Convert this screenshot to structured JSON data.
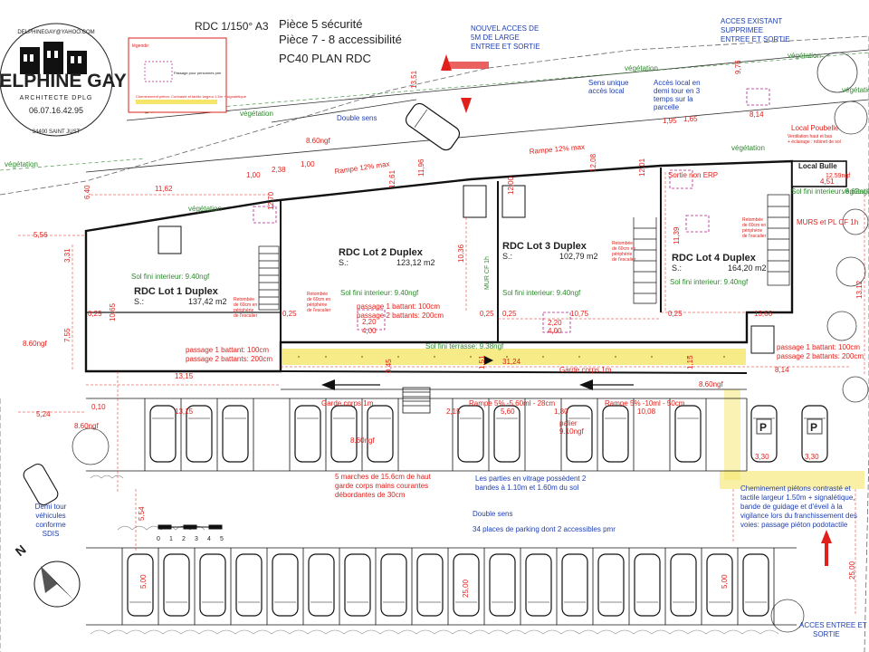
{
  "title_block": {
    "scale": "RDC 1/150° A3",
    "piece5": "Pièce 5 sécurité",
    "piece78": "Pièce 7 - 8 accessibilité",
    "plan_name": "PC40 PLAN RDC"
  },
  "logo": {
    "arc_top": "DELPHINEGAY@YAHOO.COM",
    "name": "DELPHINE GAY",
    "subtitle": "ARCHITECTE DPLG",
    "phone": "06.07.16.42.95",
    "arc_bottom": "34400 SAINT JUST"
  },
  "legend": {
    "title": "légende:",
    "item1": "Passage pour personnes pmr",
    "item2": "Cheminement piéton: Contrasté et tactile largeur 1.5m + signalétique"
  },
  "annotations": {
    "new_access": [
      "NOUVEL ACCES DE",
      "5M DE LARGE",
      "ENTREE ET SORTIE"
    ],
    "existing_access": [
      "ACCES EXISTANT",
      "SUPPRIMEE",
      "ENTREE ET SORTIE"
    ],
    "one_way": [
      "Sens unique",
      "accès local"
    ],
    "local_access": [
      "Accès local en",
      "demi tour en 3",
      "temps sur la",
      "parcelle"
    ],
    "local_poubelle": "Local Poubelle",
    "ventilation": [
      "Ventilation haut et bas",
      "+ éclairage : robinet de sol"
    ],
    "local_bulle": "Local Bulle",
    "sortie_erp": "Sortie non ERP",
    "double_sens_top": "Double sens",
    "rampe_12_a": "Rampe 12% max",
    "rampe_12_b": "Rampe 12% max",
    "rampe_5_a": "Rampe 5% -5.60ml - 28cm",
    "rampe_5_b": "Rampe 5% -10ml - 50cm",
    "palier": [
      "palier",
      "9.10ngf"
    ],
    "garde_corps_1": "Garde corps 1m",
    "garde_corps_2": "Garde corps 1m",
    "sol_terrasse": "Sol fini terrasse: 9.38ngf",
    "sol_1": "Sol fini interieur: 9.40ngf",
    "sol_2": "Sol fini interieur: 9.40ngf",
    "sol_3": "Sol fini interieur: 9.40ngf",
    "sol_4": "Sol fini interieur: 9.40ngf",
    "sol_local": "Sol fini interieur: 8.62ngf",
    "murs_pl": "MURS et PL CF 1h",
    "mur_cf": "MUR CF 1h",
    "passage_a": [
      "passage 1 battant: 100cm",
      "passage 2 battants: 200cm"
    ],
    "passage_b": [
      "passage 1 battant: 100cm",
      "passage 2 battants: 200cm"
    ],
    "passage_c": [
      "passage 1 battant: 100cm",
      "passage 2 battants: 200cm"
    ],
    "marches": [
      "5 marches de 15.6cm de haut",
      "garde corps mains courantes",
      "débordantes de 30cm"
    ],
    "vitrage": [
      "Les parties en vitrage possèdent 2",
      "bandes à 1.10m et 1.60m du sol"
    ],
    "double_sens_bottom": "Double sens",
    "places": "34 places de parking dont 2 accessibles pmr",
    "demi_tour": [
      "Demi tour",
      "véhicules",
      "conforme",
      "SDIS"
    ],
    "cheminement": [
      "Cheminement piétons contrasté et",
      "tactile largeur 1.50m + signalétique,",
      "bande de guidage et d'éveil à la",
      "vigilance lors du franchissement des",
      "voies: passage piéton podotactile"
    ],
    "acces_entree_bottom": [
      "ACCES ENTREE ET",
      "SORTIE"
    ],
    "retombee": [
      "Retombée",
      "de 60cm en",
      "périphérie",
      "de l'escalier"
    ],
    "vegetation": "végétation",
    "north": "N"
  },
  "units": [
    {
      "name": "RDC Lot 1 Duplex",
      "s": "S.:",
      "area": "137,42 m2"
    },
    {
      "name": "RDC Lot 2 Duplex",
      "s": "S.:",
      "area": "123,12 m2"
    },
    {
      "name": "RDC Lot 3 Duplex",
      "s": "S.:",
      "area": "102,79 m2"
    },
    {
      "name": "RDC Lot 4 Duplex",
      "s": "S.:",
      "area": "164,20 m2"
    }
  ],
  "levels": {
    "ngf_860_a": "8.60ngf",
    "ngf_860_b": "8.60ngf",
    "ngf_860_c": "8.60ngf",
    "ngf_860_d": "8.60ngf",
    "ngf_860_e": "8.60ngf",
    "ngf_1259": "12.59ngf"
  },
  "dimensions": {
    "d1162": "11,62",
    "d556": "5,56",
    "d331": "3,31",
    "d755": "7,55",
    "d1065": "10,65",
    "d025a": "0,25",
    "d025b": "0,25",
    "d025c": "0,25",
    "d025d": "0,25",
    "d025e": "0,25",
    "d1315": "13,15",
    "d1315b": "13,15",
    "d524": "5,24",
    "d3124": "31,24",
    "d1075": "10,75",
    "d1366": "13,66",
    "d814": "8,14",
    "d814b": "8,14",
    "d1036": "10,36",
    "d1139": "11,39",
    "d1312": "13,12",
    "d451": "4,51",
    "d220a": "2,20",
    "d220b": "2,20",
    "d400a": "4,00",
    "d400b": "4,00",
    "d100a": "1,00",
    "d100b": "1,00",
    "d238": "2,38",
    "d195": "1,95",
    "d165": "1,65",
    "d215": "2,15",
    "d560": "5,60",
    "d180": "1,80",
    "d1008": "10,08",
    "d330a": "3,30",
    "d330b": "3,30",
    "d500a": "5,00",
    "d500b": "5,00",
    "d2500a": "25,00",
    "d2500b": "25,00",
    "d554": "5,54",
    "d1351": "13,51",
    "d640": "6,40",
    "d976": "9,76",
    "d1208": "12,08",
    "d1201": "12,01",
    "d1200": "12,00",
    "d1270": "12,70",
    "d1261": "12,61",
    "d151": "1,51",
    "d115": "1,15",
    "d045": "0,45",
    "d1196": "11,96",
    "d010": "0,10"
  },
  "scale_bar": [
    "0",
    "1",
    "2",
    "3",
    "4",
    "5"
  ],
  "colors": {
    "red": "#e0201b",
    "green": "#2f8a2f",
    "blue": "#1f3fb0",
    "magenta": "#b0208f",
    "yellow": "#f5e66a"
  }
}
